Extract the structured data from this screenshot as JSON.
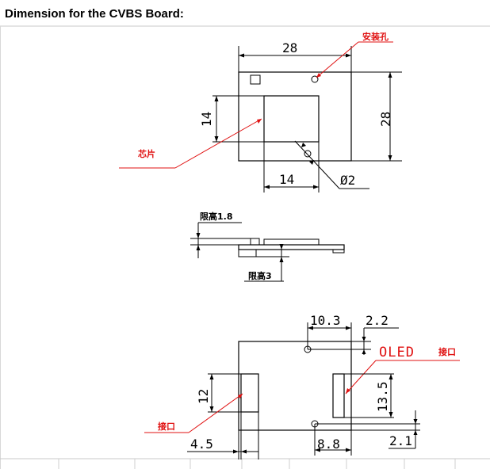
{
  "title": "Dimension for the CVBS Board:",
  "top_view": {
    "width": "28",
    "height": "28",
    "chip_height": "14",
    "chip_width": "14",
    "hole_diameter": "Ø2",
    "mount_hole_label": "安装孔",
    "chip_label": "芯片"
  },
  "side_view": {
    "limit_top": "限高1.8",
    "limit_bottom": "限高3"
  },
  "bottom_view": {
    "hole_offset_x": "10.3",
    "hole_offset_y_top": "2.2",
    "oled_label": "OLED",
    "oled_suffix": "接口",
    "connector_height": "12",
    "oled_height": "13.5",
    "connector_label": "接口",
    "connector_offset": "4.5",
    "hole_spacing": "8.8",
    "hole_offset_y_bottom": "2.1"
  },
  "colors": {
    "annotation": "#e01010",
    "drawing": "#000000"
  }
}
